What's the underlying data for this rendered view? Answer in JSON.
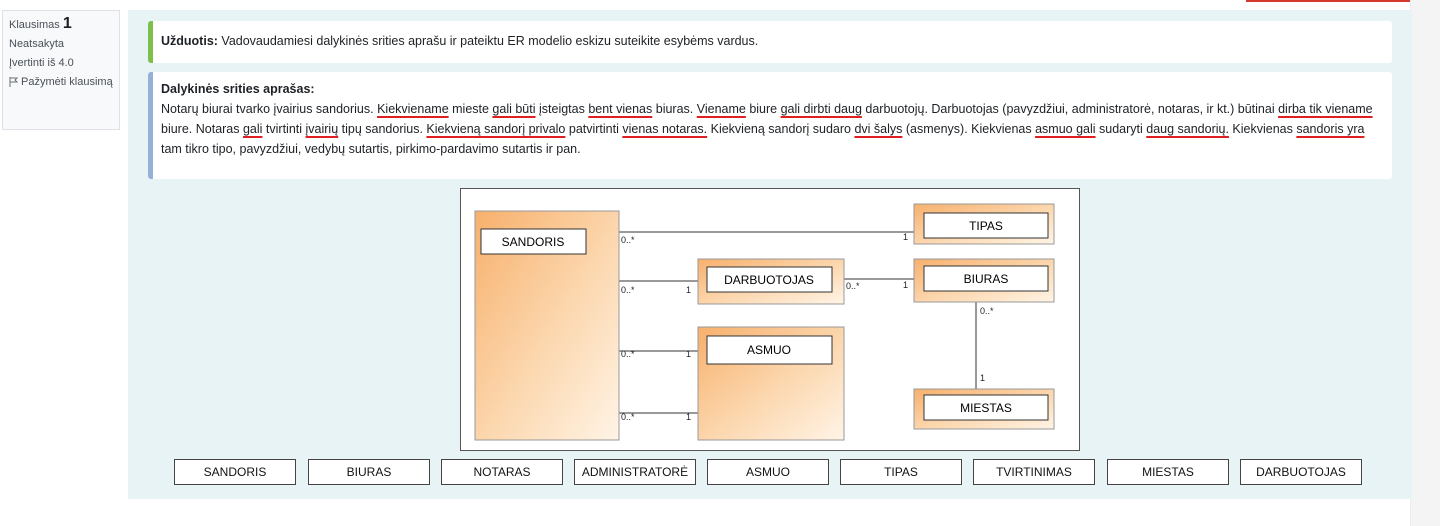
{
  "info": {
    "question_label": "Klausimas",
    "question_number": "1",
    "status": "Neatsakyta",
    "grade": "Įvertinti iš 4.0",
    "flag_label": "Pažymėti klausimą"
  },
  "task": {
    "label": "Užduotis:",
    "text": " Vadovaudamiesi dalykinės srities aprašu ir pateiktu ER modelio eskizu suteikite esybėms vardus."
  },
  "description": {
    "title": "Dalykinės srities aprašas:",
    "segments": [
      {
        "t": "Notarų biurai tvarko įvairius sandorius. ",
        "u": false
      },
      {
        "t": "Kiekviename",
        "u": true
      },
      {
        "t": " mieste ",
        "u": false
      },
      {
        "t": "gali būti",
        "u": true
      },
      {
        "t": " įsteigtas ",
        "u": false
      },
      {
        "t": "bent vienas",
        "u": true
      },
      {
        "t": " biuras. ",
        "u": false
      },
      {
        "t": "Viename",
        "u": true
      },
      {
        "t": " biure ",
        "u": false
      },
      {
        "t": "gali dirbti daug",
        "u": true
      },
      {
        "t": " darbuotojų. Darbuotojas (pavyzdžiui, administratorė, notaras, ir kt.) būtinai ",
        "u": false
      },
      {
        "t": "dirba tik viename",
        "u": true
      },
      {
        "t": " biure. Notaras ",
        "u": false
      },
      {
        "t": "gali",
        "u": true
      },
      {
        "t": " tvirtinti ",
        "u": false
      },
      {
        "t": "įvairių",
        "u": true
      },
      {
        "t": " tipų sandorius. ",
        "u": false
      },
      {
        "t": "Kiekvieną sandorį privalo",
        "u": true
      },
      {
        "t": " patvirtinti ",
        "u": false
      },
      {
        "t": "vienas notaras.",
        "u": true
      },
      {
        "t": " Kiekvieną sandorį sudaro ",
        "u": false
      },
      {
        "t": "dvi šalys",
        "u": true
      },
      {
        "t": " (asmenys). Kiekvienas ",
        "u": false
      },
      {
        "t": "asmuo gali",
        "u": true
      },
      {
        "t": " sudaryti ",
        "u": false
      },
      {
        "t": "daug sandorių.",
        "u": true
      },
      {
        "t": " Kiekvienas ",
        "u": false
      },
      {
        "t": "sandoris yra",
        "u": true
      },
      {
        "t": " tam tikro tipo, pavyzdžiui, vedybų sutartis, pirkimo-pardavimo sutartis ir pan.",
        "u": false
      }
    ]
  },
  "diagram": {
    "entities": {
      "sandoris": "SANDORIS",
      "tipas": "TIPAS",
      "darbuotojas": "DARBUOTOJAS",
      "biuras": "BIURAS",
      "asmuo": "ASMUO",
      "miestas": "MIESTAS"
    },
    "multiplicity": {
      "many": "0..*",
      "one": "1"
    }
  },
  "choices": [
    "SANDORIS",
    "BIURAS",
    "NOTARAS",
    "ADMINISTRATORĖ",
    "ASMUO",
    "TIPAS",
    "TVIRTINIMAS",
    "MIESTAS",
    "DARBUOTOJAS"
  ],
  "colors": {
    "task_accent": "#7cc04a",
    "desc_accent": "#96b0d8",
    "underline": "#e02020",
    "panel_bg": "#e7f3f5",
    "entity_fill": "#f9c389"
  }
}
